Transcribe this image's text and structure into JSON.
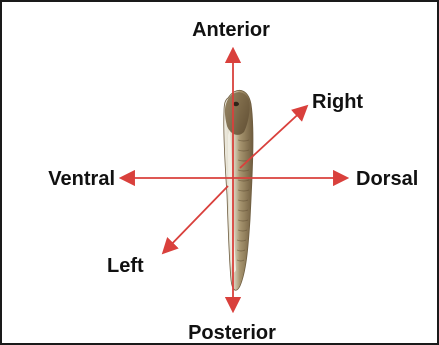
{
  "labels": {
    "anterior": "Anterior",
    "posterior": "Posterior",
    "dorsal": "Dorsal",
    "ventral": "Ventral",
    "right": "Right",
    "left": "Left"
  },
  "colors": {
    "arrow": "#d9403c",
    "label": "#111111",
    "border": "#1a1a1a",
    "embryo_body": "#9a8a6a",
    "embryo_belly": "#e6e2d4"
  },
  "figure": {
    "subject": "tadpole-embryo",
    "view": "ventral-left-oblique"
  }
}
